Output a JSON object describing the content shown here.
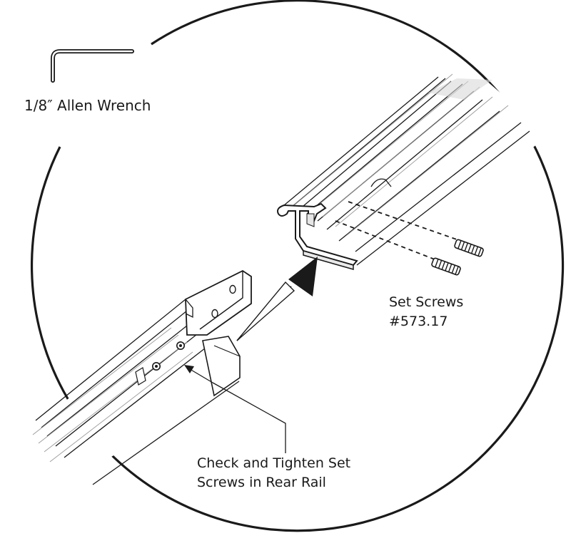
{
  "labels": {
    "allen_wrench": "1/8″ Allen Wrench",
    "set_screws": {
      "line1": "Set Screws",
      "line2": "#573.17"
    },
    "check_tighten": {
      "line1": "Check and Tighten Set",
      "line2": "Screws in Rear Rail"
    }
  },
  "colors": {
    "ink": "#1a1a1a",
    "background": "#ffffff",
    "rail_shade": "#bfbfbf"
  },
  "icons": {
    "tool": "allen-wrench-icon",
    "direction": "insert-arrow-icon"
  }
}
